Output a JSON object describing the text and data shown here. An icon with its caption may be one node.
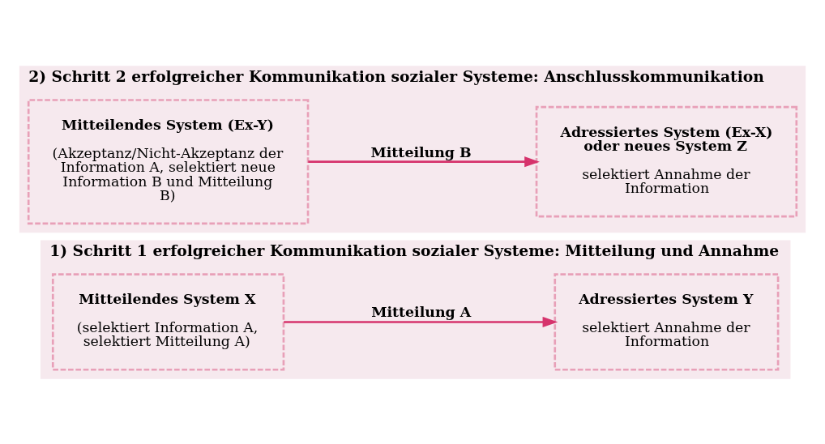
{
  "diagram": {
    "nodes": [
      {
        "text": [
          "1) Schritt 1 erfolgreicher Kommunikation sozialer Systeme: Mitteilung und Annahme"
        ]
      },
      {
        "text": [
          "Mitteilendes System X",
          "(selektiert Information A, selektiert Mitteilung A)"
        ],
        "in": 0
      },
      {
        "text": [
          "Adressiertes System Y",
          "selektiert Annahme der Information"
        ],
        "in": 0
      },
      {
        "text": [
          "2) Schritt 2 erfolgreicher Kommunikation sozialer Systeme: Anschlusskommunikation"
        ]
      },
      {
        "text": [
          "Mitteilendes System (Ex-Y)",
          "(Akzeptanz/Nicht-Akzeptanz der Information A, selektiert neue Information B und Mitteilung B)"
        ],
        "in": 3
      },
      {
        "text": [
          "Adressiertes System (Ex-X) oder neues System Z",
          "selektiert Annahme der Information"
        ],
        "in": 3
      }
    ],
    "edges": [
      {
        "from": 1,
        "to": 2,
        "arrow": "to",
        "label": "Mitteilung A"
      },
      {
        "from": 4,
        "to": 5,
        "arrow": "to",
        "label": "Mitteilung B"
      }
    ]
  }
}
